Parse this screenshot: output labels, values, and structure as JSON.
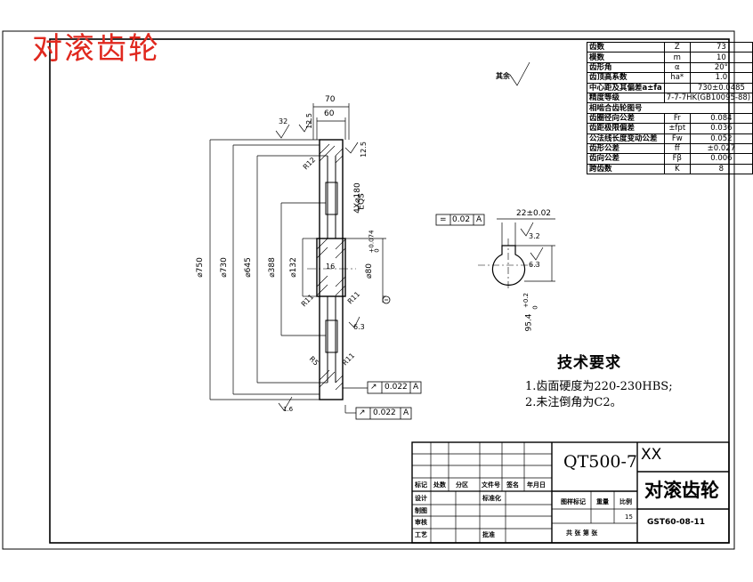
{
  "watermark": "对滚齿轮",
  "params": [
    {
      "name": "齿数",
      "sym": "Z",
      "val": "73"
    },
    {
      "name": "模数",
      "sym": "m",
      "val": "10"
    },
    {
      "name": "齿形角",
      "sym": "α",
      "val": "20°"
    },
    {
      "name": "齿顶高系数",
      "sym": "ha*",
      "val": "1.0"
    },
    {
      "name": "中心距及其偏差a±fa",
      "sym": "",
      "val": "730±0.0485"
    },
    {
      "name": "精度等级",
      "sym": "",
      "val": "7-7-7HK(GB10095-88)"
    },
    {
      "name": "相啮合齿轮图号",
      "sym": "",
      "val": ""
    },
    {
      "name": "齿圈径向公差",
      "sym": "Fr",
      "val": "0.084"
    },
    {
      "name": "齿距极限偏差",
      "sym": "±fpt",
      "val": "0.036"
    },
    {
      "name": "公法线长度变动公差",
      "sym": "Fw",
      "val": "0.052"
    },
    {
      "name": "齿形公差",
      "sym": "ff",
      "val": "±0.027"
    },
    {
      "name": "齿向公差",
      "sym": "Fβ",
      "val": "0.006"
    },
    {
      "name": "跨齿数",
      "sym": "K",
      "val": "8"
    }
  ],
  "surface_note": "其余",
  "dims": {
    "w70": "70",
    "w60": "60",
    "r32": "32",
    "r125": "12.5",
    "d750": "⌀750",
    "d730": "⌀730",
    "d645": "⌀645",
    "d388": "⌀388",
    "d132": "⌀132",
    "holes": "4X⌀180",
    "eqs": "EQS",
    "bore": "⌀80",
    "bore_tol": "+0.074",
    "bore_tol_lo": "0",
    "r12": "R12",
    "r11a": "R11",
    "r11b": "R11",
    "r11c": "R11",
    "r5": "R5",
    "r11d": "R11",
    "s125": "12.5",
    "s63a": "6.3",
    "s16": "1.6",
    "s16b": "16",
    "kw": "22±0.02",
    "kw_r": "3.2",
    "kd": "95.4",
    "kd_tol": "+0.2",
    "kd_tol_lo": "0",
    "s63b": "6.3",
    "datum": "A"
  },
  "tol": {
    "t1": {
      "sym": "=",
      "val": "0.02",
      "datum": "A"
    },
    "t2": {
      "sym": "↗",
      "val": "0.022",
      "datum": "A"
    },
    "t3": {
      "sym": "↗",
      "val": "0.022",
      "datum": "A"
    }
  },
  "tech": {
    "title": "技术要求",
    "lines": [
      "1.齿面硬度为220-230HBS;",
      "2.未注倒角为C2。"
    ]
  },
  "title_block": {
    "material": "QT500-7",
    "company": "XX",
    "part_name": "对滚齿轮",
    "drawing_no": "GST60-08-11",
    "scale_val": "15",
    "h_mark": "标记",
    "h_count": "处数",
    "h_zone": "分区",
    "h_doc": "文件号",
    "h_sign": "签名",
    "h_date": "年月日",
    "r_design": "设计",
    "r_std": "标准化",
    "r_draw": "制图",
    "r_check": "审核",
    "r_craft": "工艺",
    "r_approve": "批准",
    "h_stage": "图样标记",
    "h_weight": "重量",
    "h_scale": "比例",
    "sheets": "共    张    第    张"
  }
}
